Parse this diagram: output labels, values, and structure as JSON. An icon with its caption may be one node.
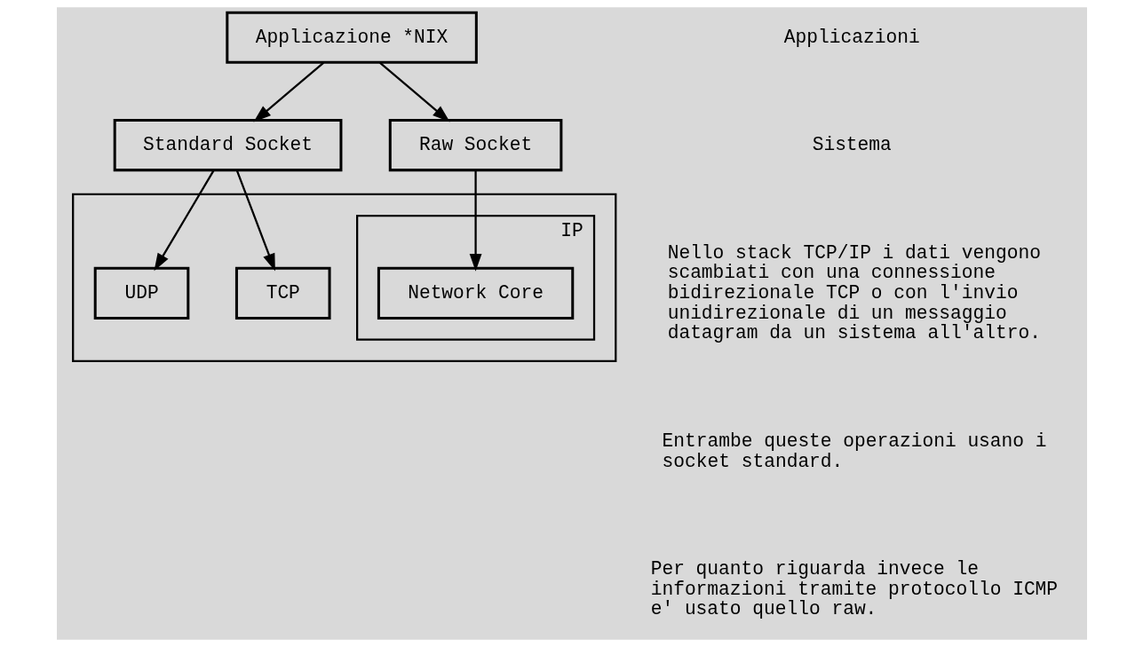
{
  "diagram": {
    "nodes": [
      {
        "text": [
          "Applicazione *NIX"
        ]
      },
      {
        "text": [
          "Standard Socket"
        ]
      },
      {
        "text": [
          "Raw Socket"
        ]
      },
      {
        "text": [],
        "shape": "box"
      },
      {
        "text": [
          "TCP"
        ],
        "in": 3
      },
      {
        "text": [
          "UDP"
        ],
        "in": 3
      },
      {
        "text": [
          "IP"
        ],
        "in": 3
      },
      {
        "text": [
          "Network Core"
        ],
        "in": 6
      }
    ],
    "edges": [
      {
        "from": 0,
        "to": 1,
        "arrow": "to"
      },
      {
        "from": 0,
        "to": 2,
        "arrow": "to"
      },
      {
        "from": 1,
        "to": 4,
        "arrow": "to"
      },
      {
        "from": 1,
        "to": 5,
        "arrow": "to"
      },
      {
        "from": 2,
        "to": 7,
        "arrow": "to"
      }
    ],
    "labels": [
      "Applicazioni",
      "Sistema",
      "Nello stack TCP/IP i dati vengono scambiati con una connessione bidirezionale TCP o con l'invio unidirezionale di un messaggio datagram da un sistema all'altro.",
      "Entrambe queste operazioni usano i socket standard.",
      "Per quanto riguarda invece le informazioni tramite protocollo ICMP e' usato quello raw."
    ]
  }
}
